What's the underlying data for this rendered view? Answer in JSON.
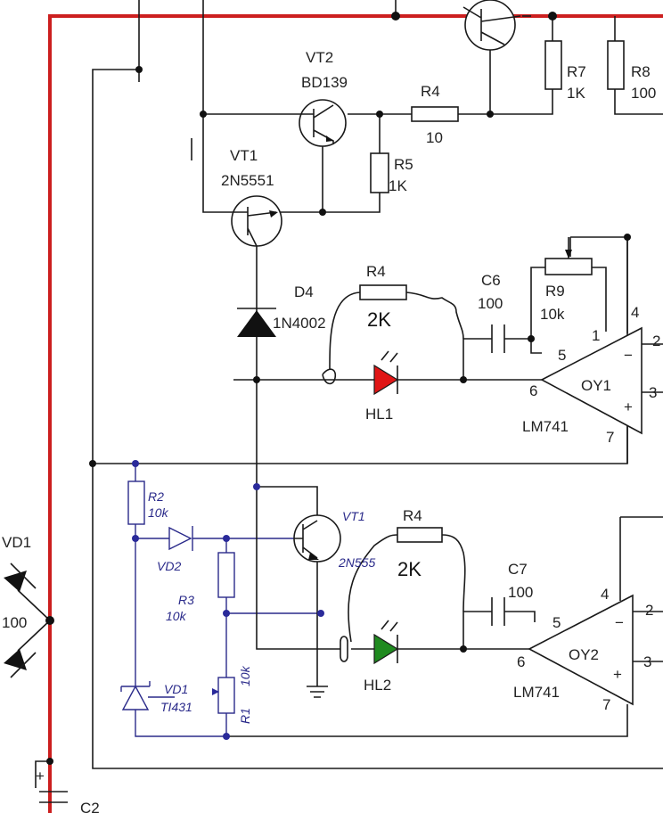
{
  "labels": {
    "vt2_name": "VT2",
    "vt2_type": "BD139",
    "vt1_name": "VT1",
    "vt1_type": "2N5551",
    "r4_top_name": "R4",
    "r4_top_value": "10",
    "r5_name": "R5",
    "r5_value": "1K",
    "r7_name": "R7",
    "r7_value": "1K",
    "r8_name": "R8",
    "r8_value": "100",
    "d4_name": "D4",
    "d4_type": "1N4002",
    "r4_mid_name": "R4",
    "r4_mid_value": "2K",
    "c6_name": "C6",
    "c6_value": "100",
    "r9_name": "R9",
    "r9_value": "10k",
    "hl1_name": "HL1",
    "ou1_name": "OY1",
    "ou1_type": "LM741",
    "r2_name": "R2",
    "r2_value": "10k",
    "vd2_name": "VD2",
    "r3_name": "R3",
    "r3_value": "10k",
    "vd1_blue_name": "VD1",
    "vd1_blue_type": "TI431",
    "r1_name": "R1",
    "r1_value": "10k",
    "vt1b_name": "VT1",
    "vt1b_type": "2N555",
    "r4_low_name": "R4",
    "r4_low_value": "2K",
    "c7_name": "C7",
    "c7_value": "100",
    "hl2_name": "HL2",
    "ou2_name": "OY2",
    "ou2_type": "LM741",
    "vd1_left_name": "VD1",
    "vd1_left_value": "100",
    "c_bottom_name": "C2"
  },
  "pins": {
    "ou1": {
      "p1": "1",
      "p4": "4",
      "p5": "5",
      "p6": "6",
      "p7": "7",
      "p2": "2",
      "p3": "3",
      "minus": "−",
      "plus": "+"
    },
    "ou2": {
      "p4": "4",
      "p5": "5",
      "p6": "6",
      "p7": "7",
      "p2": "2",
      "p3": "3",
      "minus": "−",
      "plus": "+"
    },
    "cap_plus": "+"
  },
  "colors": {
    "rail": "#cc1f1f",
    "led_hl1": "#e01515",
    "led_hl2": "#1f8a1f",
    "annotation_blue": "#2a2a8a"
  }
}
